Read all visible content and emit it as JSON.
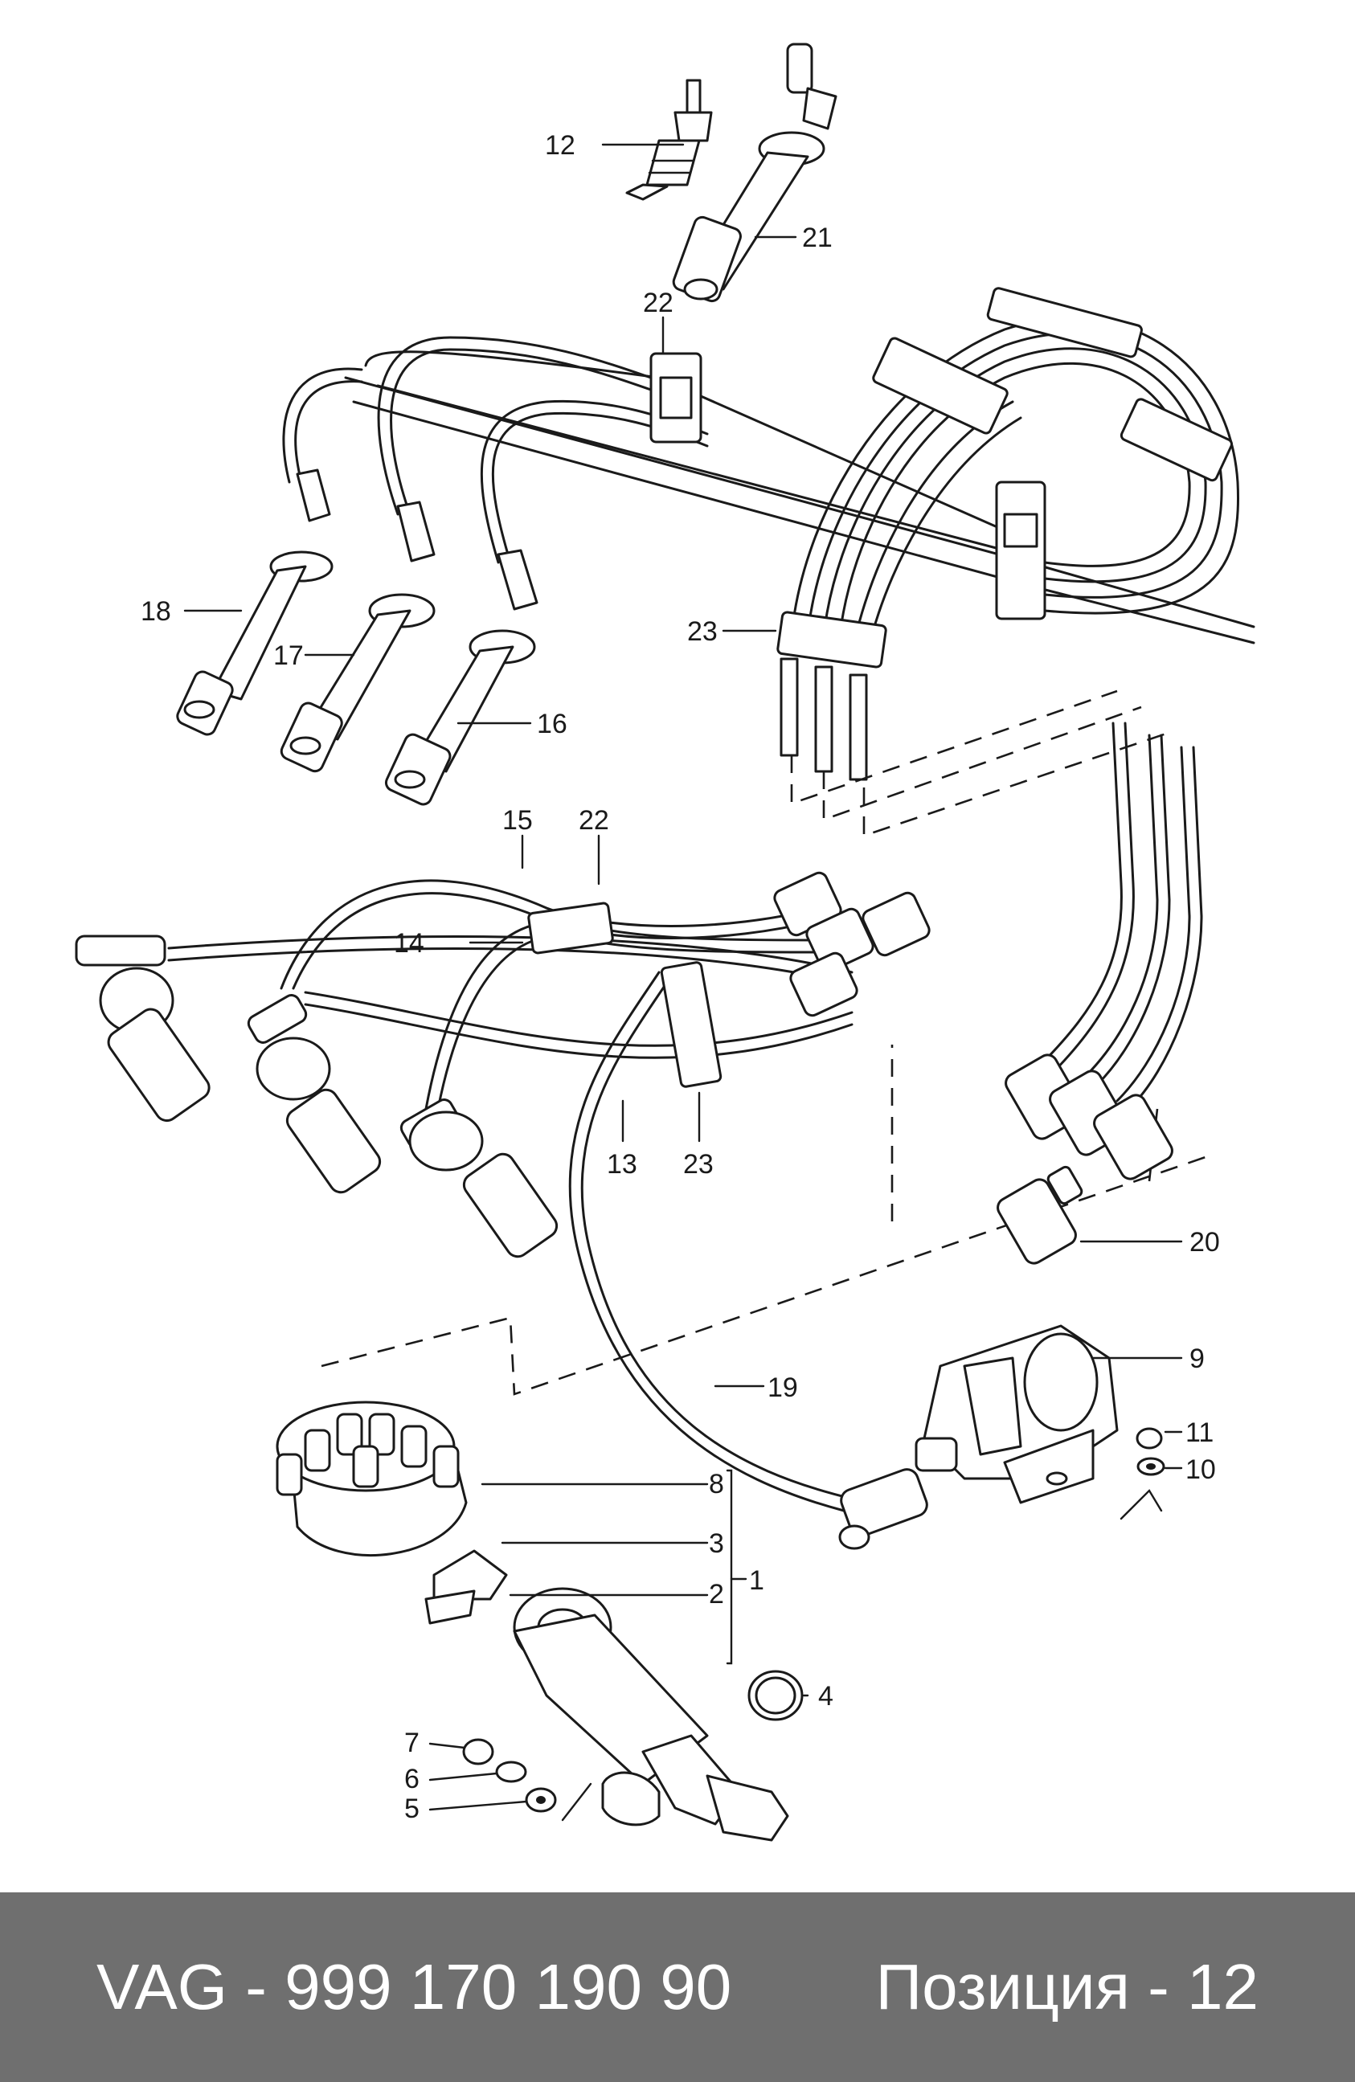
{
  "callouts": {
    "c1": "1",
    "c2": "2",
    "c3": "3",
    "c4": "4",
    "c5": "5",
    "c6": "6",
    "c7": "7",
    "c8": "8",
    "c9": "9",
    "c10": "10",
    "c11": "11",
    "c12": "12",
    "c13": "13",
    "c14": "14",
    "c15": "15",
    "c16": "16",
    "c17": "17",
    "c18": "18",
    "c19": "19",
    "c20": "20",
    "c21": "21",
    "c22a": "22",
    "c22b": "22",
    "c23a": "23",
    "c23b": "23"
  },
  "footer": {
    "part_number": "VAG - 999 170 190 90",
    "position": "Позиция - 12"
  },
  "colors": {
    "footer_bg": "#6f6f6f",
    "line": "#1a1a1a",
    "footer_text": "#ffffff"
  }
}
